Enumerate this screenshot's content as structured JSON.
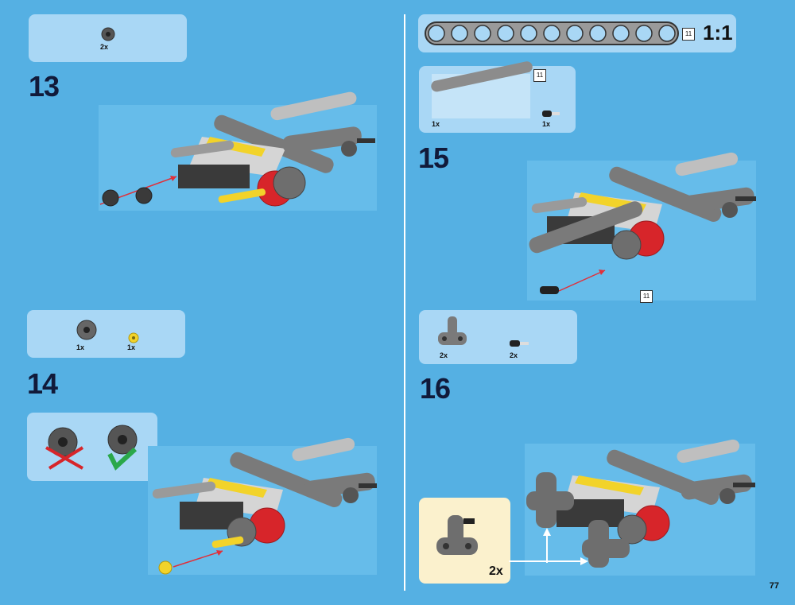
{
  "page_number": "77",
  "steps": [
    {
      "number": "13",
      "parts": [
        {
          "qty": "2x",
          "part": "gear-8-tooth"
        }
      ]
    },
    {
      "number": "14",
      "parts": [
        {
          "qty": "1x",
          "part": "gear-12-tooth"
        },
        {
          "qty": "1x",
          "part": "bush-half-yellow"
        }
      ]
    },
    {
      "number": "15",
      "parts": [
        {
          "qty": "1x",
          "part": "beam-11"
        },
        {
          "qty": "1x",
          "part": "pin-with-axle"
        }
      ]
    },
    {
      "number": "16",
      "parts": [
        {
          "qty": "2x",
          "part": "angle-connector"
        },
        {
          "qty": "2x",
          "part": "pin-with-axle"
        }
      ],
      "callout_qty": "2x"
    }
  ],
  "ruler": {
    "length": "11",
    "scale": "1:1"
  },
  "part_tags": {
    "beam_length": "11",
    "assembly_beam_length": "11"
  },
  "colors": {
    "background": "#55b0e3",
    "box": "#a9d7f5",
    "gray": "#8c8c8c",
    "red": "#d7252a",
    "yellow": "#f2d32a",
    "arrow": "#e0303a",
    "check": "#2aa84a"
  }
}
